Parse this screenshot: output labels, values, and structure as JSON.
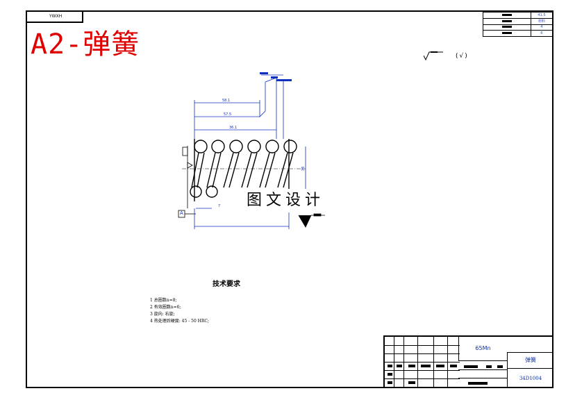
{
  "sheet": {
    "code_box_text": "YWXH",
    "title": "A2-弹簧",
    "watermark": "图文设计"
  },
  "top_right_table": {
    "rows": [
      {
        "value": "41.5"
      },
      {
        "value": "材料"
      },
      {
        "value": "4"
      },
      {
        "value": "6"
      }
    ]
  },
  "roughness_note": "(√)",
  "tech_requirements": {
    "title": "技术要求",
    "items": [
      "1 总圈数n=8;",
      "2 有效圈数n=6;",
      "3 旋向: 右旋;",
      "4 热处理后硬度: 45 - 50 HRC;"
    ]
  },
  "dimensions": {
    "overall_1": "58.1",
    "overall_2": "57.5",
    "overall_3": "36.1",
    "side": "38",
    "bottom_small": "7",
    "datum": "A"
  },
  "title_block": {
    "material": "65Mn",
    "part_name": "弹簧",
    "part_number": "34D1004"
  },
  "colors": {
    "title_red": "#e00000",
    "dimension_blue": "#1030c0",
    "line_black": "#000000"
  }
}
